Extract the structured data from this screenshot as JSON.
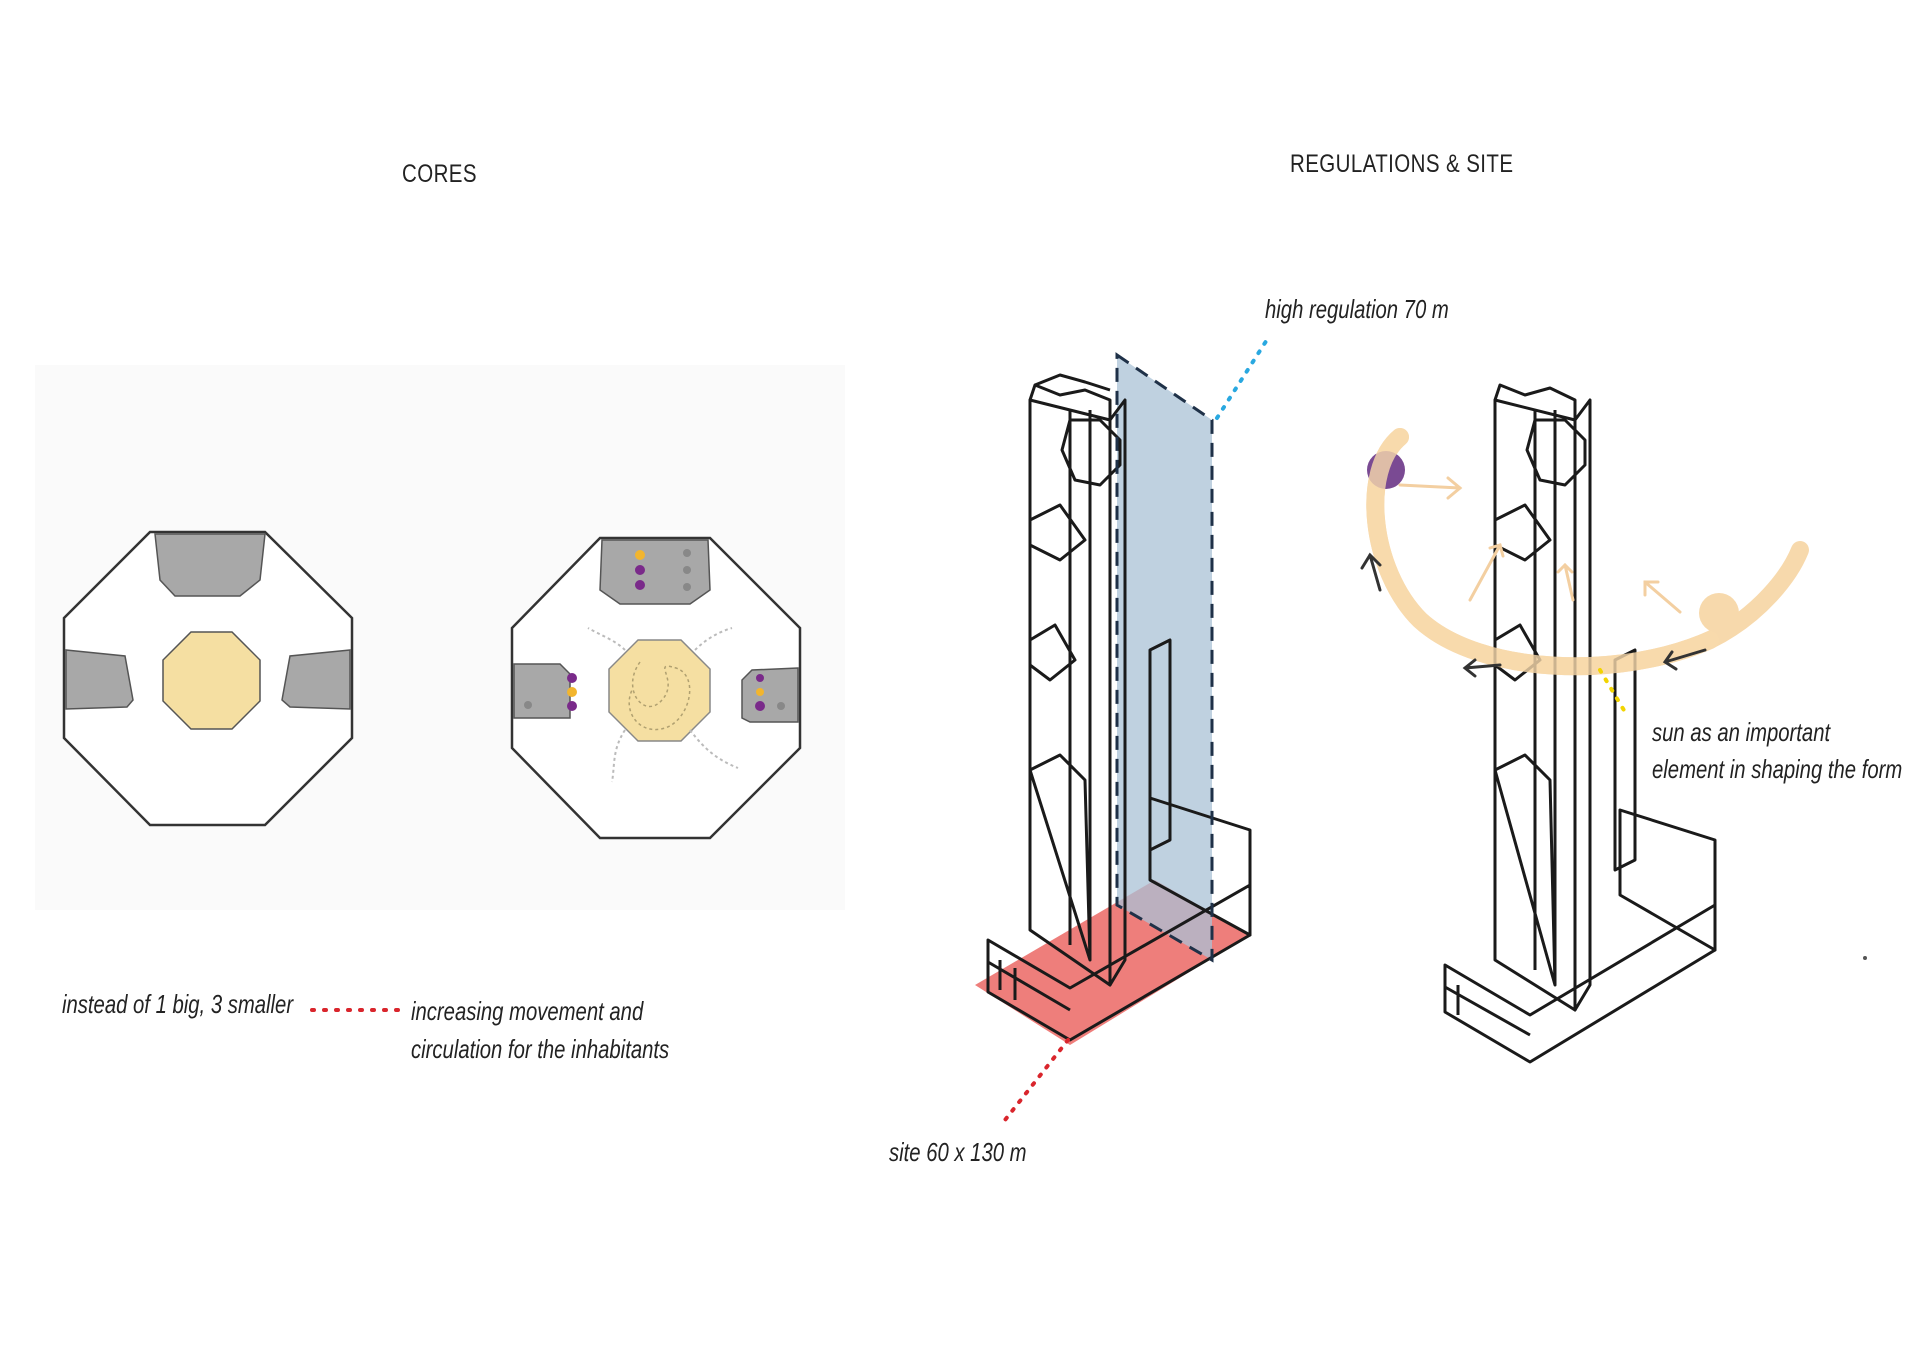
{
  "headings": {
    "cores": "CORES",
    "regulations": "REGULATIONS & SITE"
  },
  "annotations": {
    "instead": "instead of 1 big, 3 smaller",
    "movement_line1": "increasing movement and",
    "movement_line2": "circulation for the inhabitants",
    "high_regulation": "high regulation 70 m",
    "site": "site 60 x 130 m",
    "sun_line1": "sun as an important",
    "sun_line2": "element in shaping the form"
  },
  "colors": {
    "core_yellow": "#f5dfa2",
    "core_gray": "#a8a8a8",
    "site_red": "#e8534f",
    "regulation_blue": "#a9c2d6",
    "sun_path": "#f7d9ac",
    "sun_purple": "#7a4a93",
    "leader_red": "#d9252c",
    "leader_blue": "#29a8e0",
    "leader_yellow": "#f2d400"
  }
}
